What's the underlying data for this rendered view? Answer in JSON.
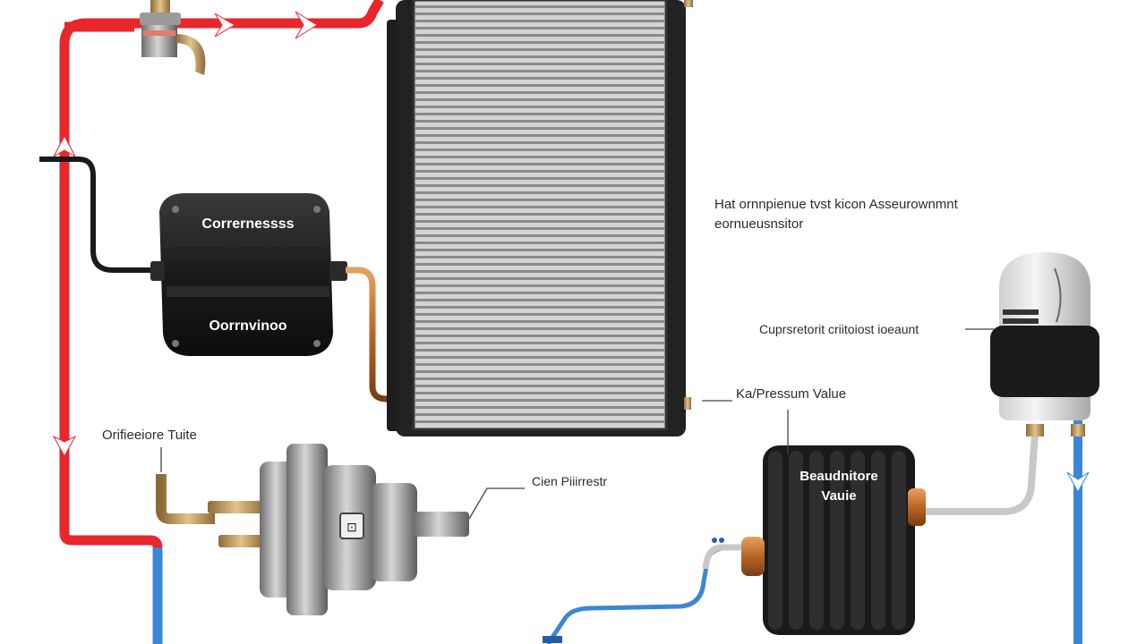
{
  "labels": {
    "compressor_top": "Corrernessss",
    "compressor_bottom": "Oorrnvinoo",
    "condenser_note_line1": "Hat ornnpienue tvst kicon Asseurownmnt",
    "condenser_note_line2": "eornueusnsitor",
    "component_note": "Cuprsretorit criitoiost ioeaunt",
    "pressure_valve": "Ka/Pressum Value",
    "orifice_tube": "Orifieeiore Tuite",
    "pump_label": "Cien Piiirrestr",
    "accumulator_line1": "Beaudnitore",
    "accumulator_line2": "Vauie"
  },
  "colors": {
    "high_pressure_line": "#e8262b",
    "low_pressure_line": "#3b86d6",
    "compressor_body": "#1c1c1c",
    "condenser_fins": "#b9b9b9",
    "copper_fitting": "#c96a2b"
  }
}
